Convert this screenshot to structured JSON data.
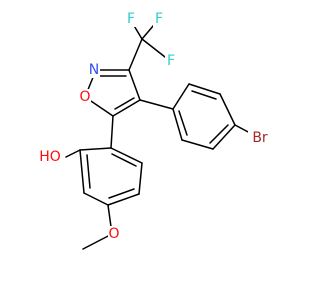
{
  "molecule": {
    "atoms": {
      "f1": {
        "symbol": "F",
        "color": "#33cccc"
      },
      "f2": {
        "symbol": "F",
        "color": "#33cccc"
      },
      "f3": {
        "symbol": "F",
        "color": "#33cccc"
      },
      "n": {
        "symbol": "N",
        "color": "#3050f8"
      },
      "o_ring": {
        "symbol": "O",
        "color": "#ff0d0d"
      },
      "br": {
        "symbol": "Br",
        "color": "#a62929"
      },
      "ho": {
        "symbol": "HO",
        "color": "#ff0d0d"
      },
      "o_methoxy": {
        "symbol": "O",
        "color": "#ff0d0d"
      }
    },
    "bond_color": "#000000"
  }
}
